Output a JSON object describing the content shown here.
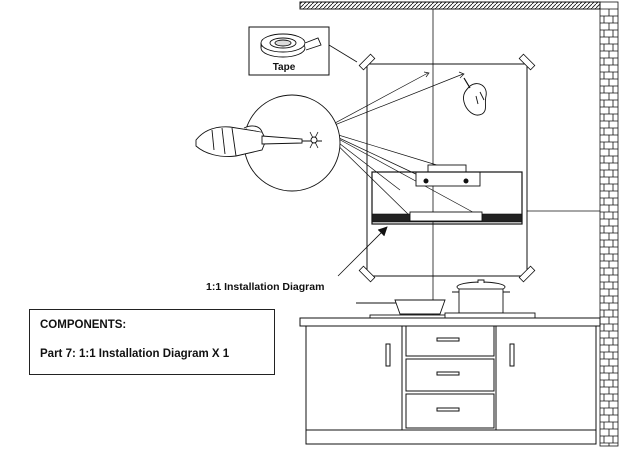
{
  "labels": {
    "tape": "Tape",
    "installation_diagram": "1:1 Installation Diagram"
  },
  "components": {
    "title": "COMPONENTS:",
    "line": "Part 7:  1:1 Installation Diagram X 1"
  },
  "colors": {
    "stroke": "#111111",
    "background": "#ffffff"
  },
  "icons": [
    "brick-wall-icon",
    "tape-roll-icon",
    "drill-hand-icon",
    "pencil-hand-icon",
    "range-hood-icon",
    "cooking-pot-icon",
    "frying-pan-icon",
    "kitchen-cabinet-icon"
  ]
}
